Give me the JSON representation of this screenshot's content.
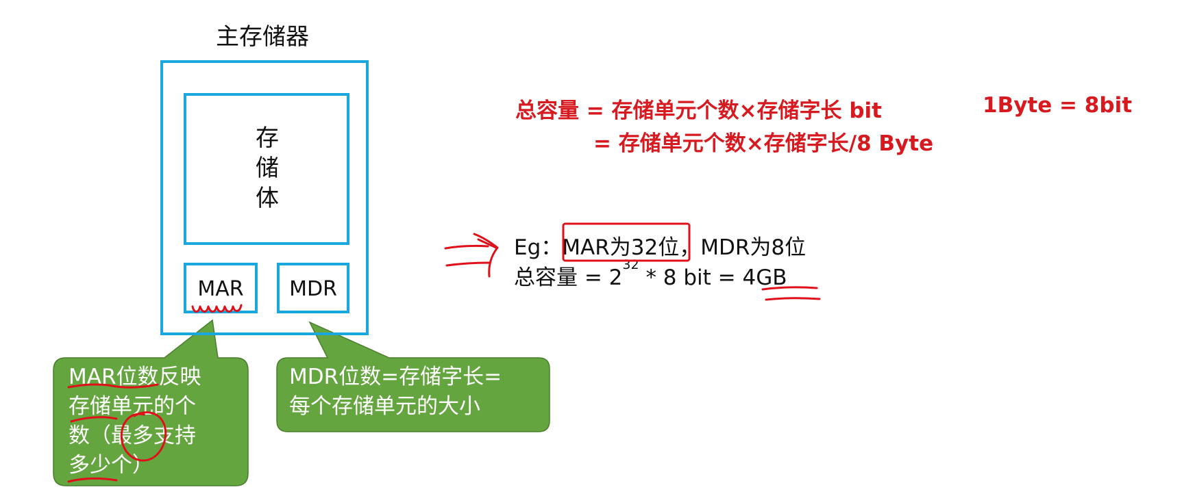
{
  "memory": {
    "title": "主存储器",
    "storage_body": "存\n储\n体",
    "mar_label": "MAR",
    "mdr_label": "MDR"
  },
  "callouts": {
    "mar_text": "MAR位数反映\n存储单元的个\n数（最多支持\n多少个）",
    "mdr_text": "MDR位数=存储字长=\n每个存储单元的大小"
  },
  "formula": {
    "line1": "总容量 = 存储单元个数×存储字长  bit",
    "line2": "= 存储单元个数×存储字长/8  Byte",
    "byte_note": "1Byte = 8bit"
  },
  "example": {
    "line1": "Eg：MAR为32位，MDR为8位",
    "line2_prefix": "总容量    =  2",
    "line2_exponent": "32",
    "line2_suffix": " * 8 bit  = 4GB"
  },
  "colors": {
    "box_border": "#1aa7de",
    "callout_fill": "#64a53f",
    "formula_text": "#d71920",
    "annotation_ink": "#e0101a"
  },
  "icons": {
    "arrow": "double-arrow-icon"
  }
}
